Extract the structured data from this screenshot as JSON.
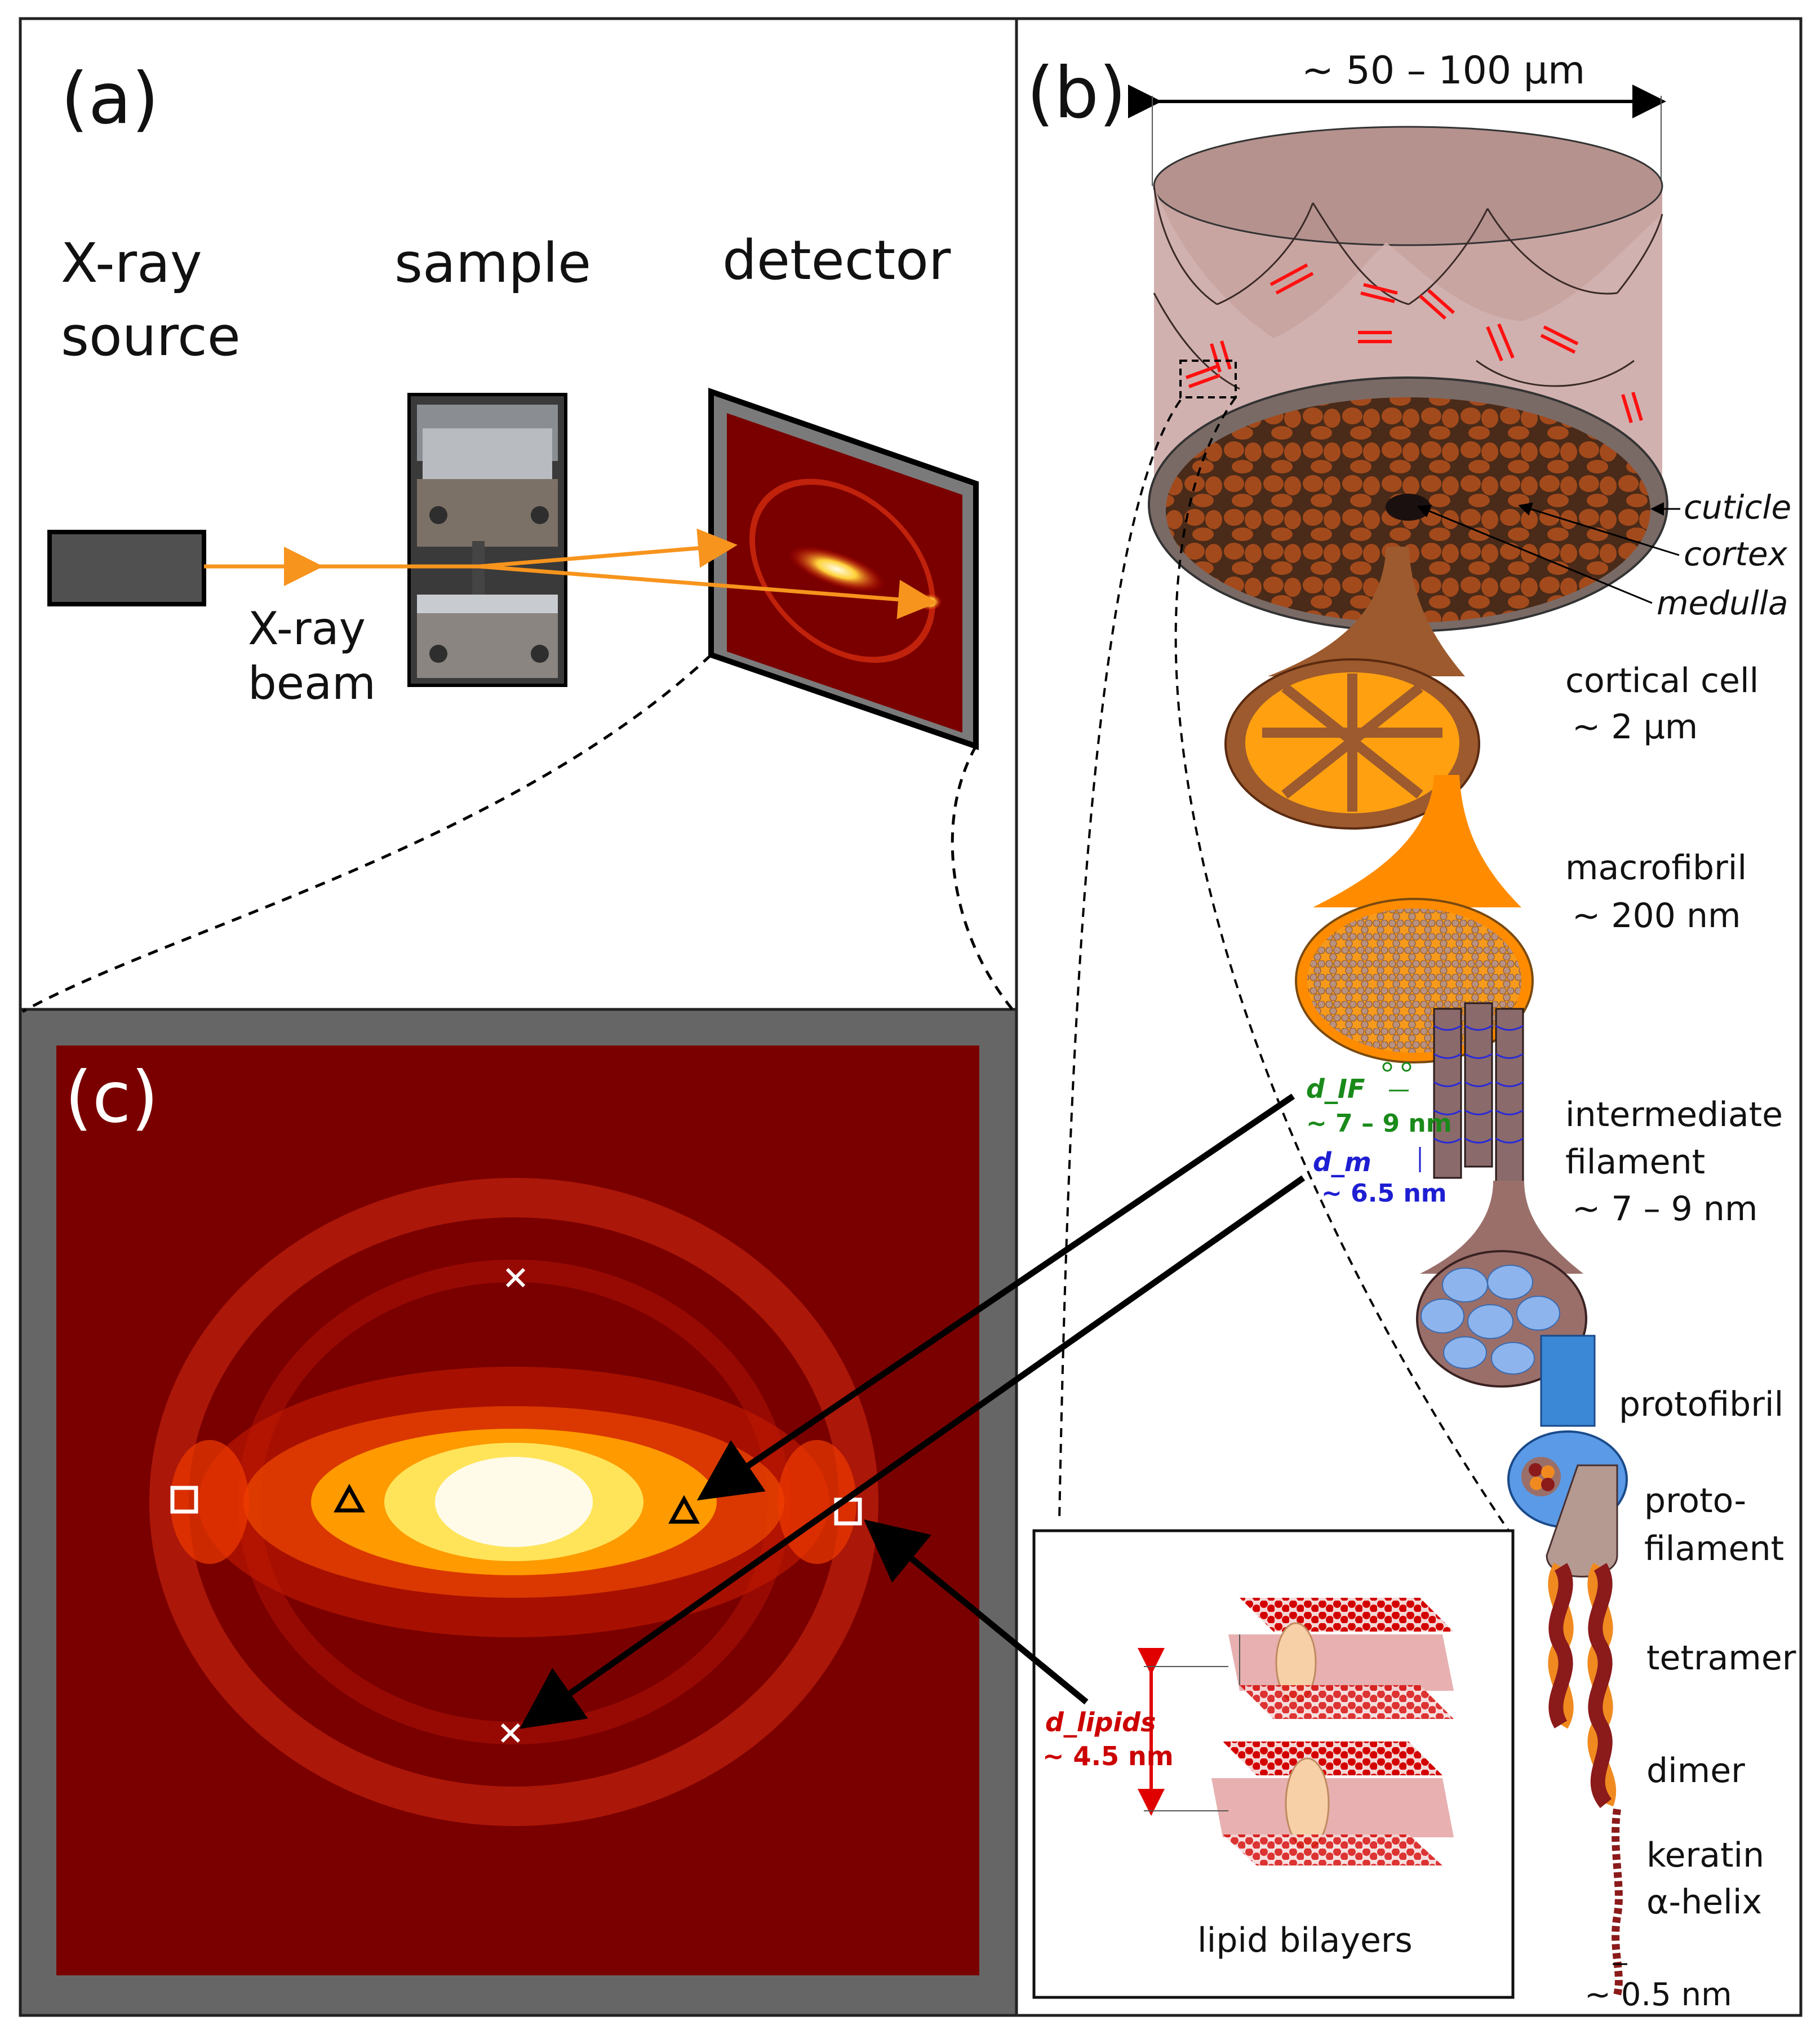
{
  "panels": {
    "a": {
      "label": "(a)",
      "source_label_line1": "X-ray",
      "source_label_line2": "source",
      "sample_label": "sample",
      "detector_label": "detector",
      "beam_label_line1": "X-ray",
      "beam_label_line2": "beam"
    },
    "b": {
      "label": "(b)",
      "width_label": "~ 50 – 100 µm",
      "cuticle": "cuticle",
      "cortex": "cortex",
      "medulla": "medulla",
      "cortical_cell": "cortical cell",
      "cortical_cell_size": "~ 2 µm",
      "macrofibril": "macrofibril",
      "macrofibril_size": "~ 200 nm",
      "d_if": "d_IF",
      "d_if_size": "~ 7 – 9 nm",
      "d_m": "d_m",
      "d_m_size": "~ 6.5 nm",
      "intermediate_line1": "intermediate",
      "intermediate_line2": "filament",
      "intermediate_size": "~ 7 – 9 nm",
      "protofibril": "protofibril",
      "protofilament_line1": "proto-",
      "protofilament_line2": "filament",
      "tetramer": "tetramer",
      "dimer": "dimer",
      "keratin_line1": "keratin",
      "keratin_line2": "α-helix",
      "helix_size": "~ 0.5 nm",
      "d_lipids": "d_lipids",
      "d_lipids_size": "~ 4.5 nm",
      "lipid_bilayers": "lipid bilayers"
    },
    "c": {
      "label": "(c)"
    }
  },
  "colors": {
    "beam": "#f7941d",
    "detector_bg": "#7a0000",
    "cuticle": "#b58a86",
    "cortex_cell": "#a0491c",
    "cortical_cell_fill": "#ff9900",
    "intermediate_filament": "#9a6f6a",
    "protofibril": "#3a88d6",
    "d_if_color": "#1a8a1a",
    "d_m_color": "#1e1ed2",
    "lipid_color": "#cc0000"
  }
}
